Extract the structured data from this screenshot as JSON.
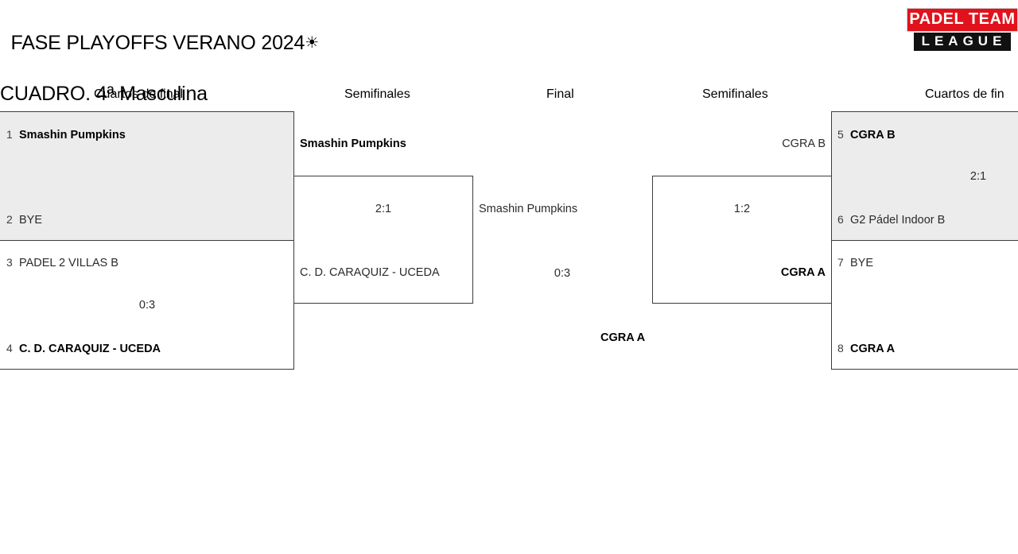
{
  "header": {
    "title_line1": "FASE PLAYOFFS VERANO 2024",
    "sun_icon": "☀",
    "title_line2": "CUADRO. 4ª Masculina"
  },
  "logo": {
    "top_text": "PADEL TEAM",
    "bottom_text": "LEAGUE",
    "red": "#e1121c",
    "black": "#111111"
  },
  "round_headers": {
    "qf_left": "Cuartos de final",
    "sf_left": "Semifinales",
    "final": "Final",
    "sf_right": "Semifinales",
    "qf_right": "Cuartos de fin"
  },
  "bracket": {
    "qf_left": [
      {
        "shaded": true,
        "top": {
          "seed": "1",
          "team": "Smashin Pumpkins",
          "winner": true
        },
        "bottom": {
          "seed": "2",
          "team": "BYE",
          "winner": false
        },
        "score": ""
      },
      {
        "shaded": false,
        "top": {
          "seed": "3",
          "team": "PADEL 2 VILLAS B",
          "winner": false
        },
        "bottom": {
          "seed": "4",
          "team": "C. D. CARAQUIZ - UCEDA",
          "winner": true
        },
        "score": "0:3"
      }
    ],
    "sf_left": {
      "top": {
        "team": "Smashin Pumpkins",
        "winner": true
      },
      "bottom": {
        "team": "C. D. CARAQUIZ - UCEDA",
        "winner": false
      },
      "score": "2:1"
    },
    "final": {
      "top": {
        "team": "Smashin Pumpkins",
        "winner": false
      },
      "score": "0:3",
      "champion": {
        "team": "CGRA A",
        "winner": true
      }
    },
    "sf_right": {
      "top": {
        "team": "CGRA B",
        "winner": false
      },
      "bottom": {
        "team": "CGRA A",
        "winner": true
      },
      "score": "1:2"
    },
    "qf_right": [
      {
        "shaded": true,
        "top": {
          "seed": "5",
          "team": "CGRA B",
          "winner": true
        },
        "bottom": {
          "seed": "6",
          "team": "G2 Pádel Indoor B",
          "winner": false
        },
        "score": "2:1"
      },
      {
        "shaded": false,
        "top": {
          "seed": "7",
          "team": "BYE",
          "winner": false
        },
        "bottom": {
          "seed": "8",
          "team": "CGRA A",
          "winner": true
        },
        "score": ""
      }
    ]
  }
}
